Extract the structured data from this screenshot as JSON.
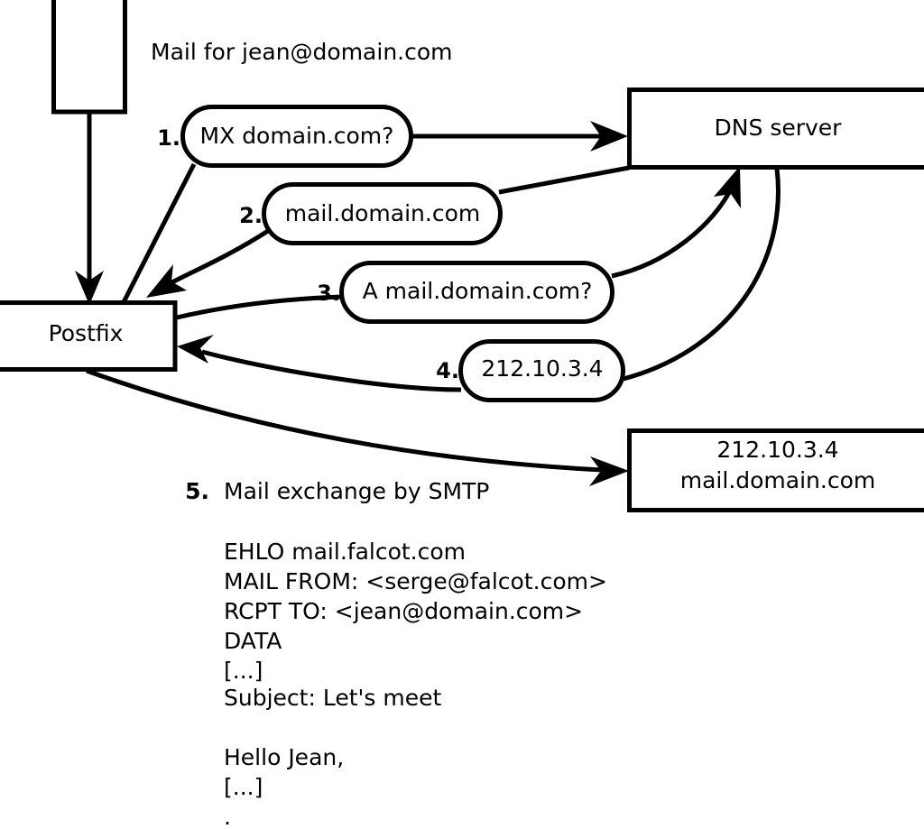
{
  "diagram": {
    "title_caption": "Mail for jean@domain.com",
    "nodes": [
      {
        "id": "sender-box",
        "label": ""
      },
      {
        "id": "postfix-box",
        "label": "Postfix"
      },
      {
        "id": "dns-box",
        "label": "DNS server"
      },
      {
        "id": "mailserver-box",
        "label_line1": "212.10.3.4",
        "label_line2": "mail.domain.com"
      }
    ],
    "steps": [
      {
        "number": "1.",
        "message": "MX domain.com?"
      },
      {
        "number": "2.",
        "message": "mail.domain.com"
      },
      {
        "number": "3.",
        "message": "A mail.domain.com?"
      },
      {
        "number": "4.",
        "message": "212.10.3.4"
      }
    ],
    "step5": {
      "number": "5.",
      "label": "Mail exchange by SMTP"
    },
    "smtp_transcript": [
      "EHLO mail.falcot.com",
      "MAIL FROM: <serge@falcot.com>",
      "RCPT TO: <jean@domain.com>",
      "DATA",
      "[...]",
      "Subject: Let's meet",
      "",
      "Hello Jean,",
      "[...]",
      "."
    ],
    "colors": {
      "stroke": "#000000",
      "fill": "#ffffff",
      "text": "#000000"
    }
  }
}
